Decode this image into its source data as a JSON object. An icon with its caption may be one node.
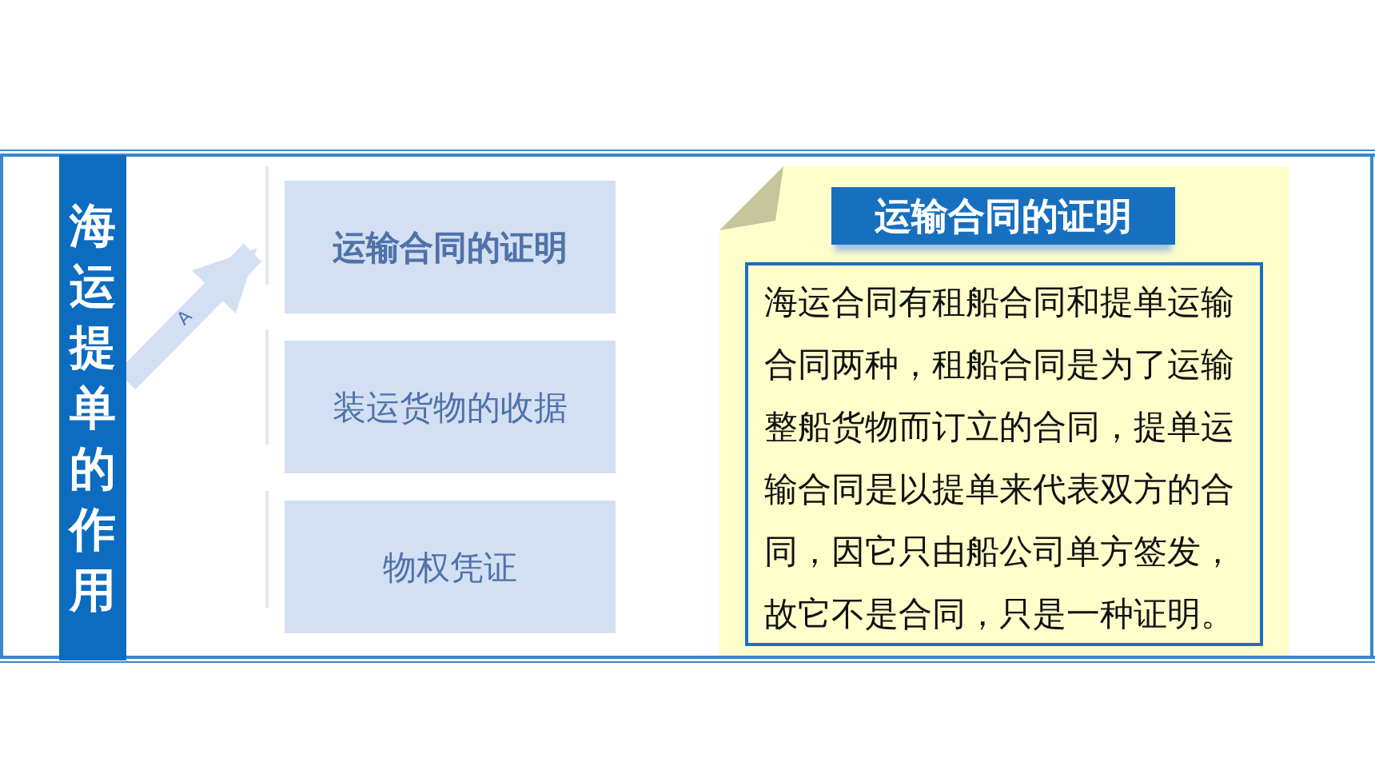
{
  "diagram": {
    "nodes": [
      {
        "text": [
          "海运提单的作用"
        ]
      },
      {
        "text": [
          "运输合同的证明"
        ]
      },
      {
        "text": [
          "装运货物的收据"
        ]
      },
      {
        "text": [
          "物权凭证"
        ]
      },
      {
        "text": [],
        "shape": "box"
      },
      {
        "text": [
          "运输合同的证明"
        ],
        "in": 4
      },
      {
        "text": [
          "海运合同有租船合同和提单运输合同两种，租船合同是为了运输整船货物而订立的合同，提单运输合同是以提单来代表双方的合同，因它只由船公司单方签发，故它不是合同，只是一种证明。"
        ],
        "in": 4
      }
    ],
    "edges": [
      {
        "from": 0,
        "to": 1,
        "arrow": "to",
        "label": "A"
      }
    ]
  }
}
